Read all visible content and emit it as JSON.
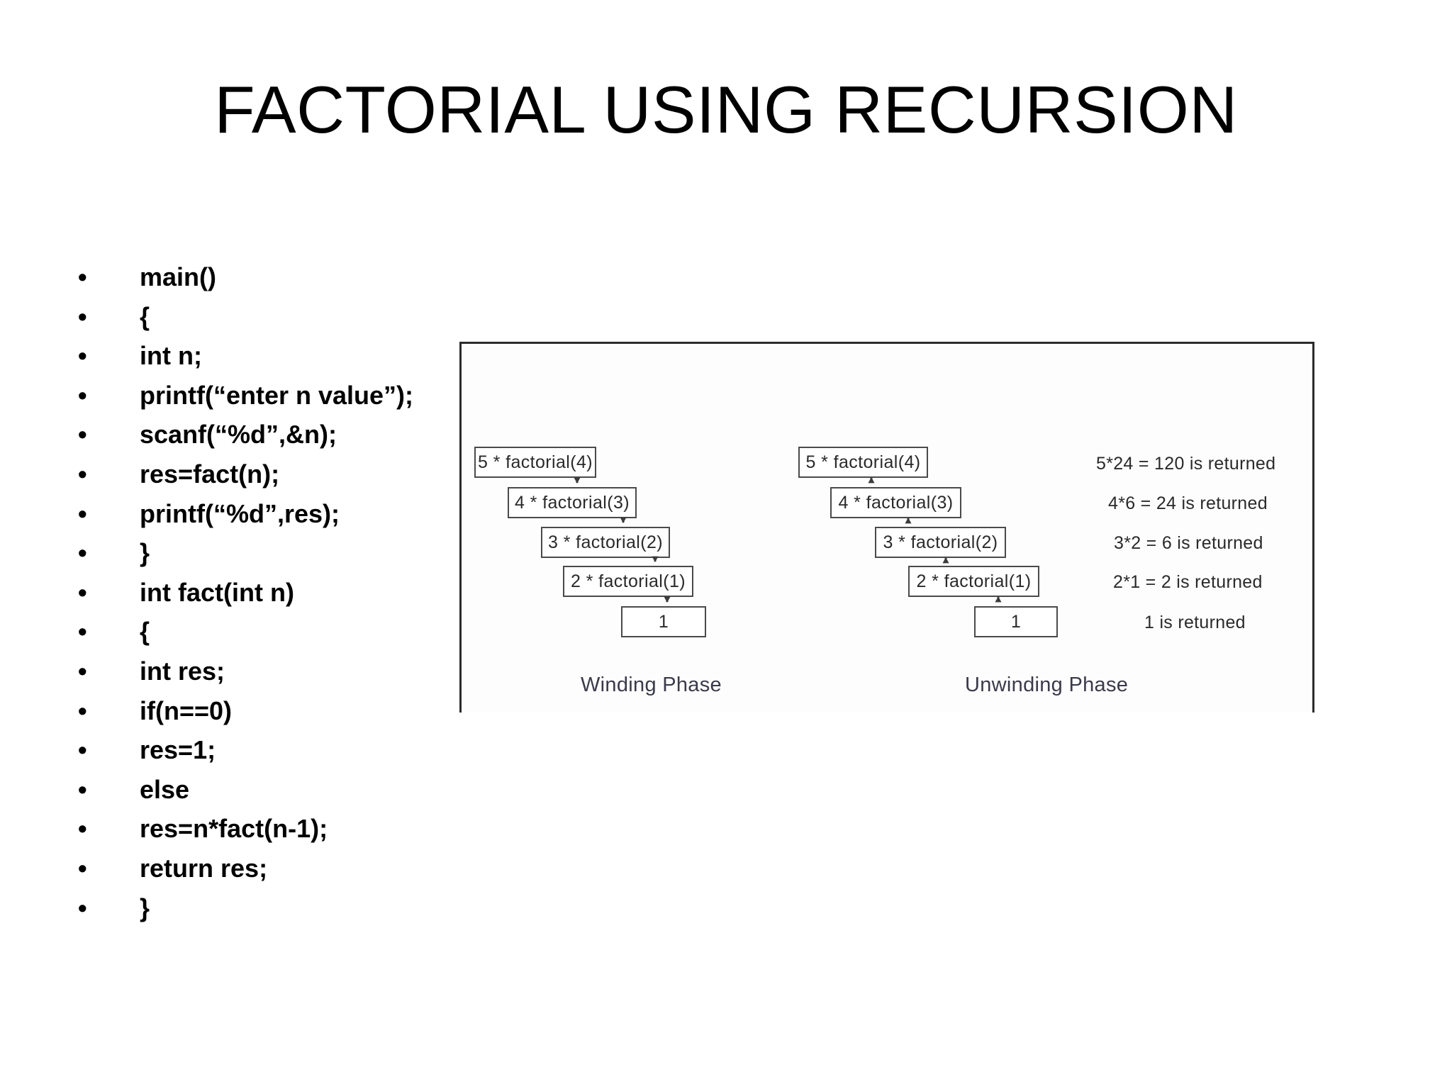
{
  "slide": {
    "title": "FACTORIAL USING RECURSION"
  },
  "code_listing": {
    "bullet_glyph": "•",
    "lines": [
      "main()",
      "{",
      "int n;",
      "printf(“enter n value”);",
      "scanf(“%d”,&n);",
      "res=fact(n);",
      "printf(“%d”,res);",
      "}",
      "int fact(int n)",
      "{",
      "int res;",
      "if(n==0)",
      "res=1;",
      "else",
      "res=n*fact(n-1);",
      "return res;",
      "}"
    ]
  },
  "diagram": {
    "winding": {
      "label": "Winding Phase",
      "boxes": [
        "5 * factorial(4)",
        "4 * factorial(3)",
        "3 * factorial(2)",
        "2 * factorial(1)",
        "1"
      ]
    },
    "unwinding": {
      "label": "Unwinding Phase",
      "boxes": [
        "5 * factorial(4)",
        "4 * factorial(3)",
        "3 * factorial(2)",
        "2 * factorial(1)",
        "1"
      ]
    },
    "return_notes": [
      "5*24 = 120 is returned",
      "4*6 = 24 is returned",
      "3*2 = 6 is returned",
      "2*1 = 2 is returned",
      "1 is returned"
    ],
    "colors": {
      "frame_border": "#2b2b2b",
      "box_border": "#4a4a4a",
      "arrow": "#3b3b3b",
      "text": "#2a2a2a"
    }
  }
}
